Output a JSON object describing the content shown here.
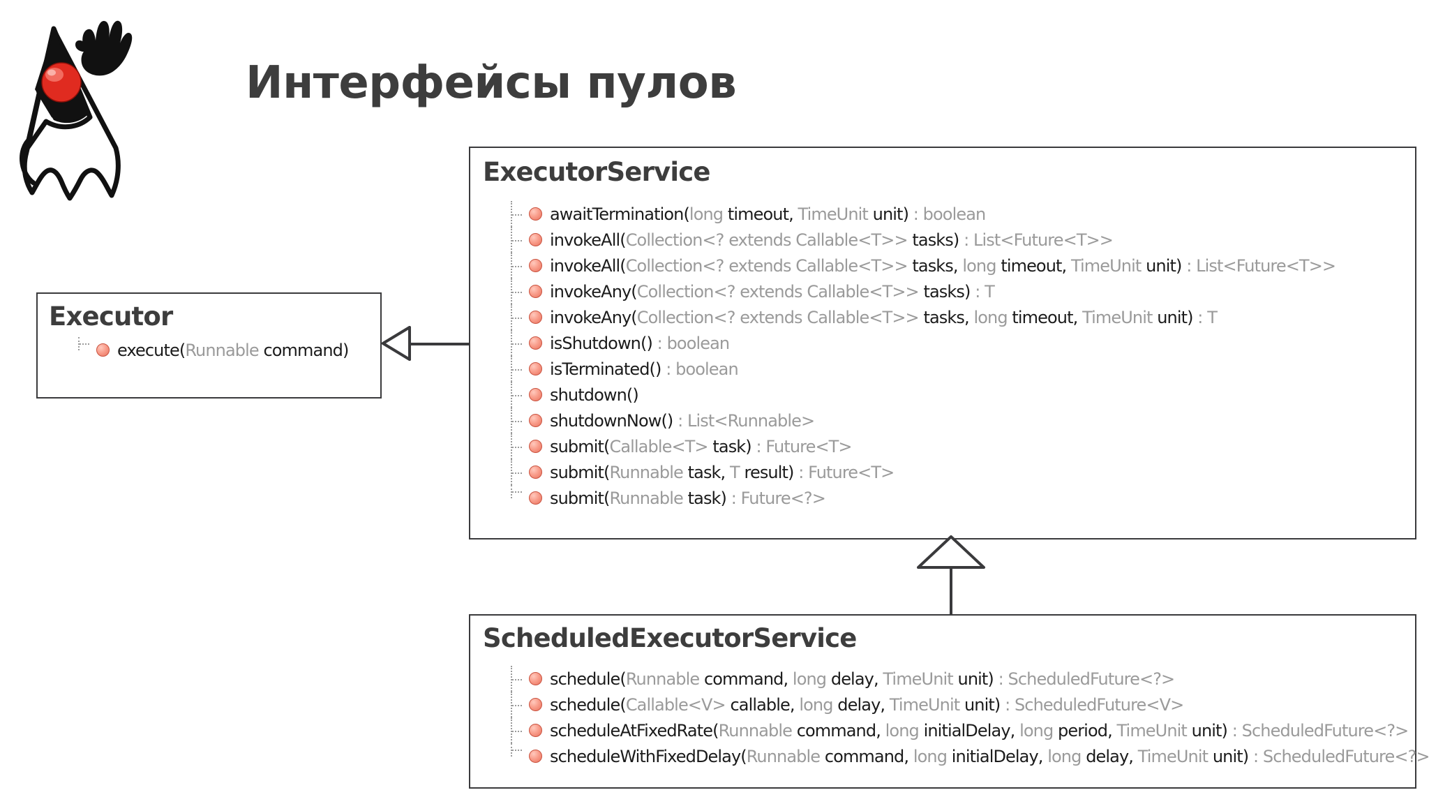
{
  "slide": {
    "title": "Интерфейсы пулов",
    "logo_icon": "java-duke-logo",
    "title_color": "#3d3d3d",
    "background_color": "#ffffff"
  },
  "theme": {
    "box_border_color": "#3a3a3c",
    "member_type_color": "#9a9a9a",
    "member_name_color": "#1b1b1b",
    "bullet_color": "#f08a76",
    "guide_color": "#9b9b9b"
  },
  "diagram": {
    "type": "uml-class-diagram",
    "classes": [
      {
        "id": "executor",
        "name": "Executor",
        "members": [
          {
            "name": "execute",
            "signature_html": "execute(<span class='t'>Runnable </span>command)",
            "bullet": "method-bullet-icon"
          }
        ]
      },
      {
        "id": "executor-service",
        "name": "ExecutorService",
        "members": [
          {
            "name": "awaitTermination",
            "signature_html": "awaitTermination(<span class='t'>long </span>timeout, <span class='t'>TimeUnit </span>unit) <span class='t'>: boolean</span>",
            "bullet": "method-bullet-icon"
          },
          {
            "name": "invokeAll",
            "signature_html": "invokeAll(<span class='t'>Collection&lt;? extends Callable&lt;T&gt;&gt; </span>tasks) <span class='t'>: List&lt;Future&lt;T&gt;&gt;</span>",
            "bullet": "method-bullet-icon"
          },
          {
            "name": "invokeAll",
            "signature_html": "invokeAll(<span class='t'>Collection&lt;? extends Callable&lt;T&gt;&gt; </span>tasks, <span class='t'>long </span>timeout, <span class='t'>TimeUnit </span>unit) <span class='t'>: List&lt;Future&lt;T&gt;&gt;</span>",
            "bullet": "method-bullet-icon"
          },
          {
            "name": "invokeAny",
            "signature_html": "invokeAny(<span class='t'>Collection&lt;? extends Callable&lt;T&gt;&gt; </span>tasks) <span class='t'>: T</span>",
            "bullet": "method-bullet-icon"
          },
          {
            "name": "invokeAny",
            "signature_html": "invokeAny(<span class='t'>Collection&lt;? extends Callable&lt;T&gt;&gt; </span>tasks, <span class='t'>long </span>timeout, <span class='t'>TimeUnit </span>unit) <span class='t'>: T</span>",
            "bullet": "method-bullet-icon"
          },
          {
            "name": "isShutdown",
            "signature_html": "isShutdown() <span class='t'>: boolean</span>",
            "bullet": "method-bullet-icon"
          },
          {
            "name": "isTerminated",
            "signature_html": "isTerminated() <span class='t'>: boolean</span>",
            "bullet": "method-bullet-icon"
          },
          {
            "name": "shutdown",
            "signature_html": "shutdown()",
            "bullet": "method-bullet-icon"
          },
          {
            "name": "shutdownNow",
            "signature_html": "shutdownNow() <span class='t'>: List&lt;Runnable&gt;</span>",
            "bullet": "method-bullet-icon"
          },
          {
            "name": "submit",
            "signature_html": "submit(<span class='t'>Callable&lt;T&gt; </span>task) <span class='t'>: Future&lt;T&gt;</span>",
            "bullet": "method-bullet-icon"
          },
          {
            "name": "submit",
            "signature_html": "submit(<span class='t'>Runnable </span>task, <span class='t'>T </span>result) <span class='t'>: Future&lt;T&gt;</span>",
            "bullet": "method-bullet-icon"
          },
          {
            "name": "submit",
            "signature_html": "submit(<span class='t'>Runnable </span>task) <span class='t'>: Future&lt;?&gt;</span>",
            "bullet": "method-bullet-icon"
          }
        ]
      },
      {
        "id": "scheduled-executor-service",
        "name": "ScheduledExecutorService",
        "members": [
          {
            "name": "schedule",
            "signature_html": "schedule(<span class='t'>Runnable </span>command, <span class='t'>long </span>delay, <span class='t'>TimeUnit </span>unit) <span class='t'>: ScheduledFuture&lt;?&gt;</span>",
            "bullet": "method-bullet-icon"
          },
          {
            "name": "schedule",
            "signature_html": "schedule(<span class='t'>Callable&lt;V&gt; </span>callable, <span class='t'>long </span>delay, <span class='t'>TimeUnit </span>unit) <span class='t'>: ScheduledFuture&lt;V&gt;</span>",
            "bullet": "method-bullet-icon"
          },
          {
            "name": "scheduleAtFixedRate",
            "signature_html": "scheduleAtFixedRate(<span class='t'>Runnable </span>command, <span class='t'>long </span>initialDelay, <span class='t'>long </span>period, <span class='t'>TimeUnit </span>unit) <span class='t'>: ScheduledFuture&lt;?&gt;</span>",
            "bullet": "method-bullet-icon"
          },
          {
            "name": "scheduleWithFixedDelay",
            "signature_html": "scheduleWithFixedDelay(<span class='t'>Runnable </span>command, <span class='t'>long </span>initialDelay, <span class='t'>long </span>delay, <span class='t'>TimeUnit </span>unit) <span class='t'>: ScheduledFuture&lt;?&gt;</span>",
            "bullet": "method-bullet-icon"
          }
        ]
      }
    ],
    "relations": [
      {
        "id": "rel-executorservice-executor",
        "type": "generalization",
        "from": "executor-service",
        "to": "executor",
        "arrow_icon": "hollow-triangle-arrow-icon",
        "direction": "left"
      },
      {
        "id": "rel-scheduled-executorservice",
        "type": "generalization",
        "from": "scheduled-executor-service",
        "to": "executor-service",
        "arrow_icon": "hollow-triangle-arrow-icon",
        "direction": "up"
      }
    ]
  }
}
